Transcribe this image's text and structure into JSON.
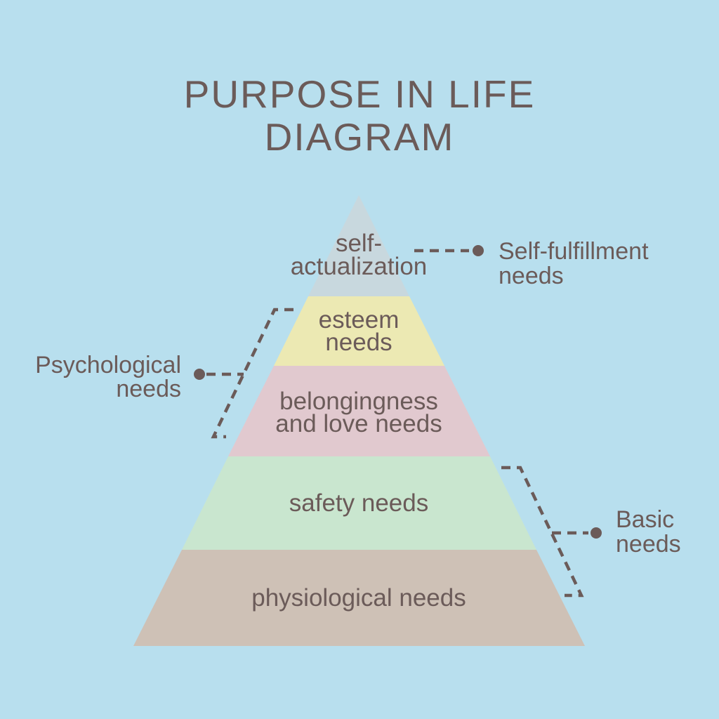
{
  "title": {
    "lines": [
      "PURPOSE IN LIFE",
      "DIAGRAM"
    ]
  },
  "colors": {
    "background": "#b8dfee",
    "text": "#6b5b59",
    "self_actualization_band": "#c8d8de",
    "esteem_band": "#ece9b3",
    "belongingness_band": "#e1c9cf",
    "safety_band": "#c9e6cf",
    "physiological_band": "#cec1b6"
  },
  "pyramid": {
    "levels": [
      {
        "name": "self-actualization",
        "lines": [
          "self-",
          "actualization"
        ],
        "color": "#c8d8de"
      },
      {
        "name": "esteem needs",
        "lines": [
          "esteem",
          "needs"
        ],
        "color": "#ece9b3"
      },
      {
        "name": "belongingness and love needs",
        "lines": [
          "belongingness",
          "and love needs"
        ],
        "color": "#e1c9cf"
      },
      {
        "name": "safety needs",
        "lines": [
          "safety needs"
        ],
        "color": "#c9e6cf"
      },
      {
        "name": "physiological needs",
        "lines": [
          "physiological needs"
        ],
        "color": "#cec1b6"
      }
    ]
  },
  "annotations": {
    "self_fulfillment": {
      "lines": [
        "Self-fulfillment",
        "needs"
      ]
    },
    "psychological": {
      "lines": [
        "Psychological",
        "needs"
      ]
    },
    "basic": {
      "lines": [
        "Basic",
        "needs"
      ]
    }
  }
}
